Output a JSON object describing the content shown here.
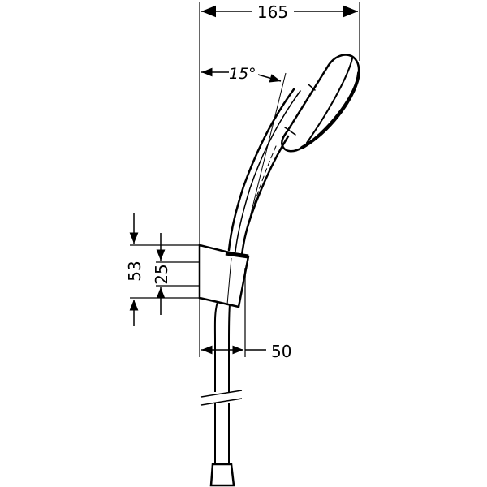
{
  "drawing": {
    "subject": "hand shower with wall holder and hose",
    "dimensions": {
      "overall_width": "165",
      "tilt_angle": "15°",
      "holder_height_outer": "53",
      "holder_height_inner": "25",
      "holder_projection": "50"
    },
    "colors": {
      "line": "#000000",
      "dimension_line": "#555555",
      "background": "#ffffff"
    }
  }
}
